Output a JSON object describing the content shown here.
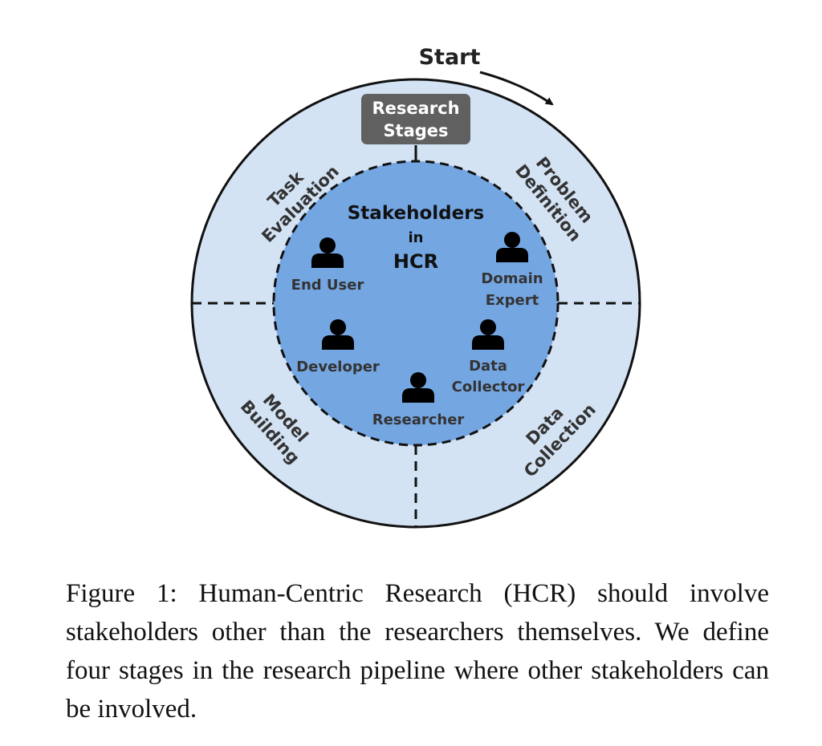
{
  "diagram": {
    "start_label": "Start",
    "badge": {
      "line1": "Research",
      "line2": "Stages"
    },
    "center": {
      "line1": "Stakeholders",
      "line2": "in",
      "line3": "HCR"
    },
    "stages": {
      "task_evaluation": {
        "line1": "Task",
        "line2": "Evaluation"
      },
      "problem_definition": {
        "line1": "Problem",
        "line2": "Definition"
      },
      "data_collection": {
        "line1": "Data",
        "line2": "Collection"
      },
      "model_building": {
        "line1": "Model",
        "line2": "Building"
      }
    },
    "stakeholders": {
      "end_user": {
        "line1": "End User"
      },
      "domain_expert": {
        "line1": "Domain",
        "line2": "Expert"
      },
      "developer": {
        "line1": "Developer"
      },
      "data_collector": {
        "line1": "Data",
        "line2": "Collector"
      },
      "researcher": {
        "line1": "Researcher"
      }
    },
    "colors": {
      "outer_ring": "#d3e3f4",
      "inner_circle": "#74a6e2",
      "badge": "#606060",
      "stroke": "#111111"
    }
  },
  "caption": "Figure 1: Human-Centric Research (HCR) should involve stakeholders other than the researchers themselves. We define four stages in the research pipeline where other stakeholders can be involved."
}
